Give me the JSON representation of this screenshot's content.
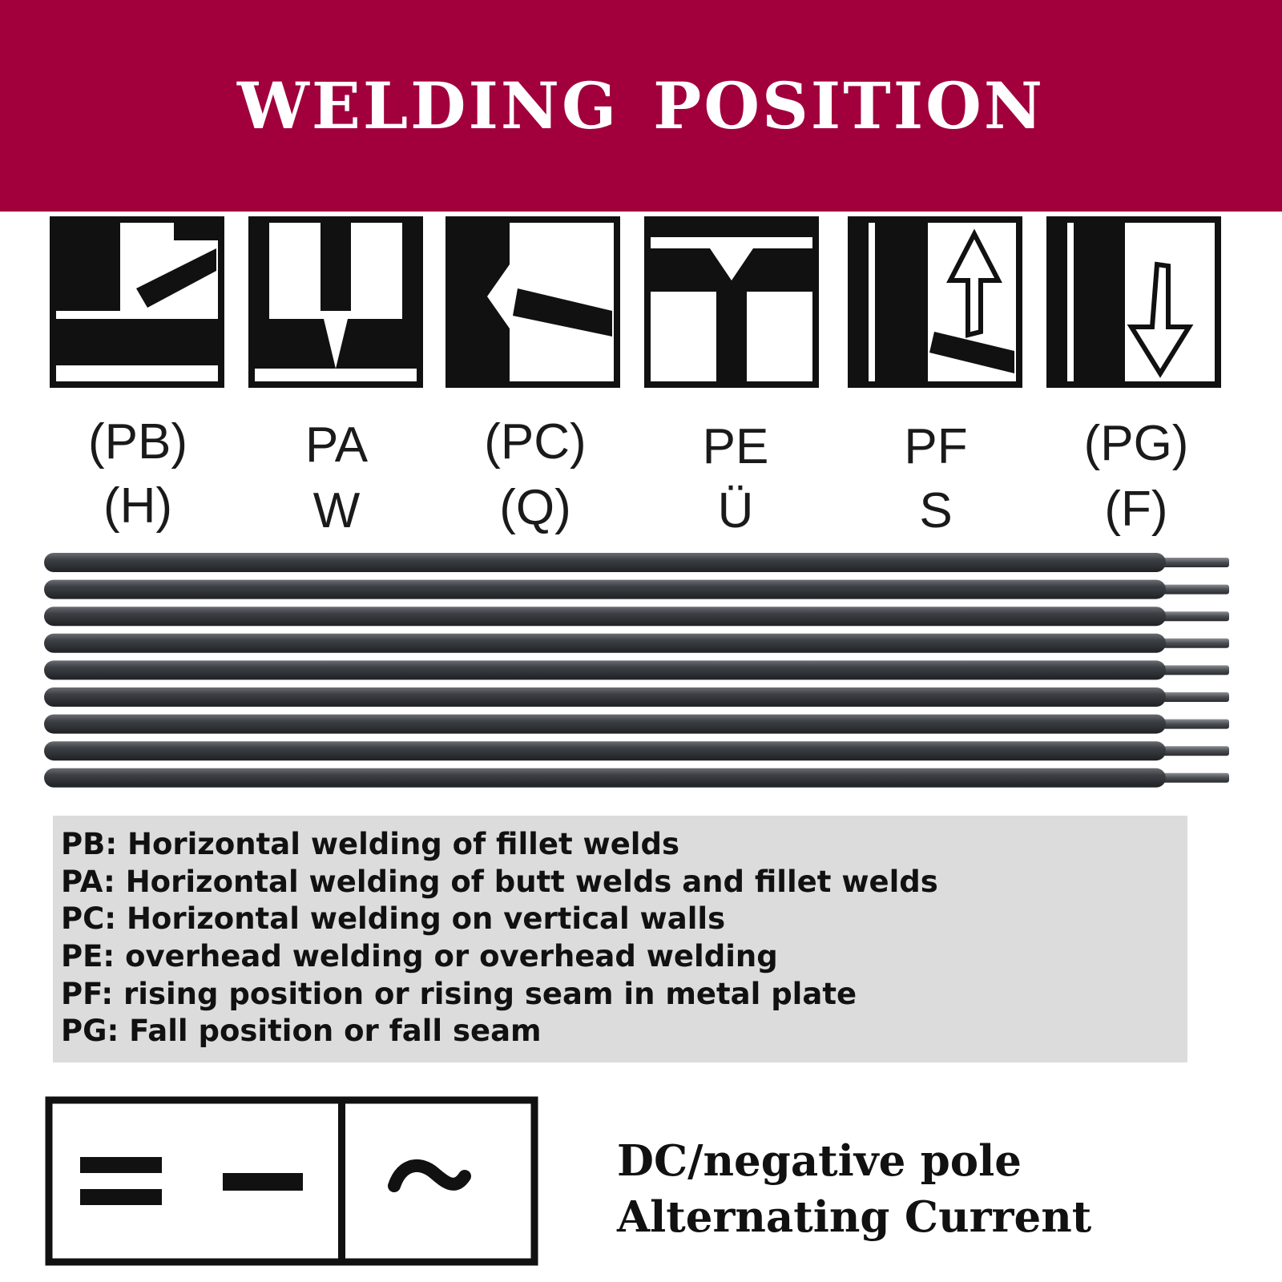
{
  "header": {
    "title": "WELDING  POSITION",
    "color": "#a1003c"
  },
  "positions": [
    {
      "code": "(PB)",
      "alt": "(H)",
      "icon": "pb-fillet-horizontal-icon"
    },
    {
      "code": "PA",
      "alt": "W",
      "icon": "pa-flat-downhand-icon"
    },
    {
      "code": "(PC)",
      "alt": "(Q)",
      "icon": "pc-horizontal-vertical-wall-icon"
    },
    {
      "code": "PE",
      "alt": "Ü",
      "icon": "pe-overhead-icon"
    },
    {
      "code": "PF",
      "alt": "S",
      "icon": "pf-vertical-up-icon"
    },
    {
      "code": "(PG)",
      "alt": "(F)",
      "icon": "pg-vertical-down-icon"
    }
  ],
  "rods": {
    "count": 9,
    "icon": "welding-electrode-rod"
  },
  "descriptions": [
    "PB: Horizontal welding of fillet welds",
    "PA: Horizontal welding of butt welds and fillet welds",
    "PC: Horizontal welding on vertical walls",
    "PE: overhead welding or overhead welding",
    "PF: rising position or rising seam in metal plate",
    "PG: Fall position or fall seam"
  ],
  "current": {
    "symbols": [
      "dc-negative-icon",
      "ac-tilde-icon"
    ],
    "dc_label": "DC/negative pole",
    "ac_label": "Alternating Current"
  }
}
